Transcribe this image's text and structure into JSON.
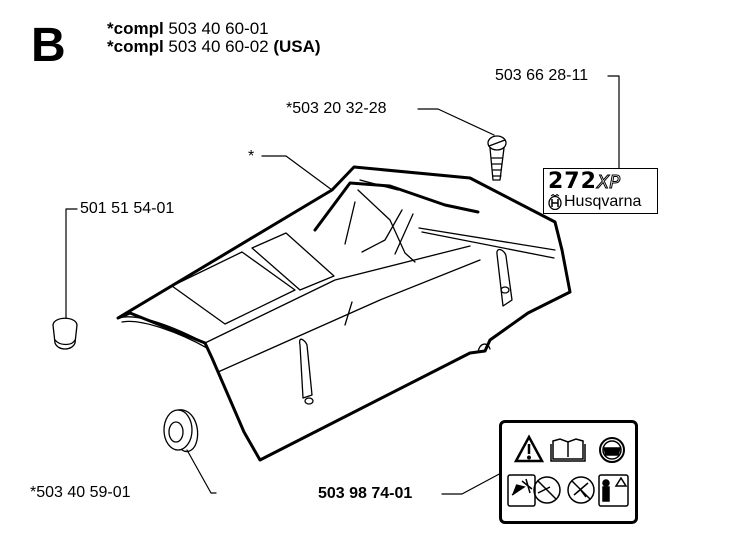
{
  "header": {
    "section_letter": "B",
    "lines": [
      {
        "prefix": "*compl",
        "part": "503 40 60-01",
        "suffix": ""
      },
      {
        "prefix": "*compl",
        "part": "503 40 60-02",
        "suffix": "(USA)"
      }
    ]
  },
  "callouts": {
    "decal_part": "503 66 28-11",
    "screw_part": "*503 20 32-28",
    "cover_marker": "*",
    "plug_part": "501 51 54-01",
    "grommet_part": "*503 40 59-01",
    "warning_decal_part": "503 98 74-01"
  },
  "decal": {
    "model": "272",
    "suffix": "XP",
    "brand_icon": "husqvarna-crown-h-icon",
    "brand": "Husqvarna"
  },
  "warning_panel": {
    "top_row": [
      "warning-triangle-icon",
      "read-manual-book-icon",
      "head-protection-icon"
    ],
    "bottom_row": [
      "kickback-hazard-icon",
      "no-one-hand-operation-icon",
      "no-cutting-branches-icon",
      "keep-distance-bystanders-icon"
    ]
  },
  "colors": {
    "line": "#000000",
    "background": "#ffffff"
  }
}
